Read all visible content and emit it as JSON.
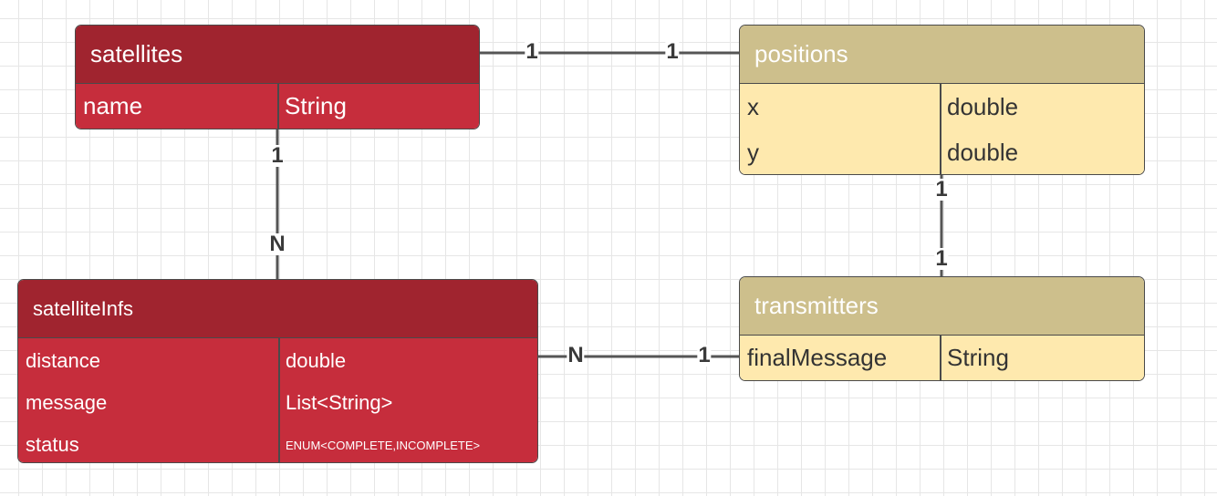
{
  "entities": {
    "satellites": {
      "title": "satellites",
      "fields": [
        {
          "name": "name",
          "type": "String"
        }
      ]
    },
    "positions": {
      "title": "positions",
      "fields": [
        {
          "name": "x",
          "type": "double"
        },
        {
          "name": "y",
          "type": "double"
        }
      ]
    },
    "satelliteInfs": {
      "title": "satelliteInfs",
      "fields": [
        {
          "name": "distance",
          "type": "double"
        },
        {
          "name": "message",
          "type": "List<String>"
        },
        {
          "name": "status",
          "type": "ENUM<COMPLETE,INCOMPLETE>"
        }
      ]
    },
    "transmitters": {
      "title": "transmitters",
      "fields": [
        {
          "name": "finalMessage",
          "type": "String"
        }
      ]
    }
  },
  "relationships": [
    {
      "from": "satellites",
      "to": "positions",
      "from_card": "1",
      "to_card": "1"
    },
    {
      "from": "satellites",
      "to": "satelliteInfs",
      "from_card": "1",
      "to_card": "N"
    },
    {
      "from": "positions",
      "to": "transmitters",
      "from_card": "1",
      "to_card": "1"
    },
    {
      "from": "satelliteInfs",
      "to": "transmitters",
      "from_card": "N",
      "to_card": "1"
    }
  ],
  "colors": {
    "red_header": "#a0242f",
    "red_body": "#c62d3c",
    "tan_header": "#cdbf8c",
    "tan_body": "#fee9ae",
    "line": "#555555",
    "grid": "#e6e6e6"
  }
}
